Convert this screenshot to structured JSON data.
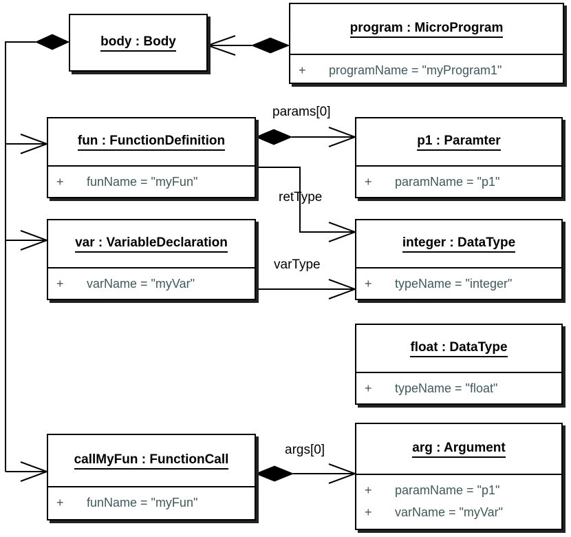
{
  "objects": {
    "body": {
      "title": "body : Body"
    },
    "program": {
      "title": "program : MicroProgram",
      "attrs": [
        {
          "vis": "+",
          "text": "programName = \"myProgram1\""
        }
      ]
    },
    "fun": {
      "title": "fun : FunctionDefinition",
      "attrs": [
        {
          "vis": "+",
          "text": "funName = \"myFun\""
        }
      ]
    },
    "p1": {
      "title": "p1 : Paramter",
      "attrs": [
        {
          "vis": "+",
          "text": "paramName = \"p1\""
        }
      ]
    },
    "var": {
      "title": "var : VariableDeclaration",
      "attrs": [
        {
          "vis": "+",
          "text": "varName = \"myVar\""
        }
      ]
    },
    "integer": {
      "title": "integer : DataType",
      "attrs": [
        {
          "vis": "+",
          "text": "typeName = \"integer\""
        }
      ]
    },
    "float": {
      "title": "float : DataType",
      "attrs": [
        {
          "vis": "+",
          "text": "typeName = \"float\""
        }
      ]
    },
    "callMyFun": {
      "title": "callMyFun : FunctionCall",
      "attrs": [
        {
          "vis": "+",
          "text": "funName = \"myFun\""
        }
      ]
    },
    "arg": {
      "title": "arg : Argument",
      "attrs": [
        {
          "vis": "+",
          "text": "paramName = \"p1\""
        },
        {
          "vis": "+",
          "text": "varName = \"myVar\""
        }
      ]
    }
  },
  "links": {
    "params": "params[0]",
    "retType": "retType",
    "varType": "varType",
    "args": "args[0]"
  }
}
